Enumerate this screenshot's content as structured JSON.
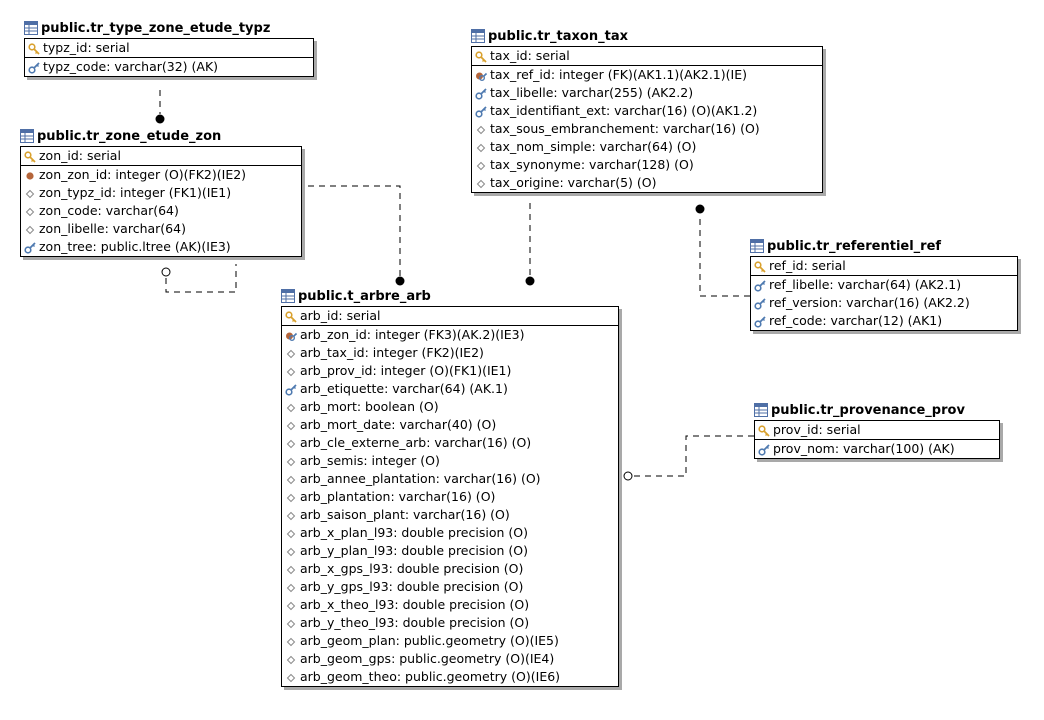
{
  "entities": {
    "typz": {
      "title": "public.tr_type_zone_etude_typz",
      "pk": [
        {
          "icon": "primary-key-icon",
          "text": "typz_id: serial"
        }
      ],
      "attrs": [
        {
          "icon": "alternate-key-icon",
          "text": "typz_code: varchar(32) (AK)"
        }
      ]
    },
    "zon": {
      "title": "public.tr_zone_etude_zon",
      "pk": [
        {
          "icon": "primary-key-icon",
          "text": "zon_id: serial"
        }
      ],
      "attrs": [
        {
          "icon": "foreign-key-dot-icon",
          "text": "zon_zon_id: integer (O)(FK2)(IE2)"
        },
        {
          "icon": "attribute-diamond-icon",
          "text": "zon_typz_id: integer (FK1)(IE1)"
        },
        {
          "icon": "attribute-diamond-icon",
          "text": "zon_code: varchar(64)"
        },
        {
          "icon": "attribute-diamond-icon",
          "text": "zon_libelle: varchar(64)"
        },
        {
          "icon": "alternate-key-icon",
          "text": "zon_tree: public.ltree (AK)(IE3)"
        }
      ]
    },
    "tax": {
      "title": "public.tr_taxon_tax",
      "pk": [
        {
          "icon": "primary-key-icon",
          "text": "tax_id: serial"
        }
      ],
      "attrs": [
        {
          "icon": "foreign-alternate-key-icon",
          "text": "tax_ref_id: integer (FK)(AK1.1)(AK2.1)(IE)"
        },
        {
          "icon": "alternate-key-icon",
          "text": "tax_libelle: varchar(255) (AK2.2)"
        },
        {
          "icon": "alternate-key-icon",
          "text": "tax_identifiant_ext: varchar(16) (O)(AK1.2)"
        },
        {
          "icon": "attribute-diamond-icon",
          "text": "tax_sous_embranchement: varchar(16) (O)"
        },
        {
          "icon": "attribute-diamond-icon",
          "text": "tax_nom_simple: varchar(64) (O)"
        },
        {
          "icon": "attribute-diamond-icon",
          "text": "tax_synonyme: varchar(128) (O)"
        },
        {
          "icon": "attribute-diamond-icon",
          "text": "tax_origine: varchar(5) (O)"
        }
      ]
    },
    "ref": {
      "title": "public.tr_referentiel_ref",
      "pk": [
        {
          "icon": "primary-key-icon",
          "text": "ref_id: serial"
        }
      ],
      "attrs": [
        {
          "icon": "alternate-key-icon",
          "text": "ref_libelle: varchar(64) (AK2.1)"
        },
        {
          "icon": "alternate-key-icon",
          "text": "ref_version: varchar(16) (AK2.2)"
        },
        {
          "icon": "alternate-key-icon",
          "text": "ref_code: varchar(12) (AK1)"
        }
      ]
    },
    "arb": {
      "title": "public.t_arbre_arb",
      "pk": [
        {
          "icon": "primary-key-icon",
          "text": "arb_id: serial"
        }
      ],
      "attrs": [
        {
          "icon": "foreign-alternate-key-icon",
          "text": "arb_zon_id: integer (FK3)(AK.2)(IE3)"
        },
        {
          "icon": "attribute-diamond-icon",
          "text": "arb_tax_id: integer (FK2)(IE2)"
        },
        {
          "icon": "attribute-diamond-icon",
          "text": "arb_prov_id: integer (O)(FK1)(IE1)"
        },
        {
          "icon": "alternate-key-icon",
          "text": "arb_etiquette: varchar(64) (AK.1)"
        },
        {
          "icon": "attribute-diamond-icon",
          "text": "arb_mort: boolean (O)"
        },
        {
          "icon": "attribute-diamond-icon",
          "text": "arb_mort_date: varchar(40) (O)"
        },
        {
          "icon": "attribute-diamond-icon",
          "text": "arb_cle_externe_arb: varchar(16) (O)"
        },
        {
          "icon": "attribute-diamond-icon",
          "text": "arb_semis: integer (O)"
        },
        {
          "icon": "attribute-diamond-icon",
          "text": "arb_annee_plantation: varchar(16) (O)"
        },
        {
          "icon": "attribute-diamond-icon",
          "text": "arb_plantation: varchar(16) (O)"
        },
        {
          "icon": "attribute-diamond-icon",
          "text": "arb_saison_plant: varchar(16) (O)"
        },
        {
          "icon": "attribute-diamond-icon",
          "text": "arb_x_plan_l93: double precision (O)"
        },
        {
          "icon": "attribute-diamond-icon",
          "text": "arb_y_plan_l93: double precision (O)"
        },
        {
          "icon": "attribute-diamond-icon",
          "text": "arb_x_gps_l93: double precision (O)"
        },
        {
          "icon": "attribute-diamond-icon",
          "text": "arb_y_gps_l93: double precision (O)"
        },
        {
          "icon": "attribute-diamond-icon",
          "text": "arb_x_theo_l93: double precision (O)"
        },
        {
          "icon": "attribute-diamond-icon",
          "text": "arb_y_theo_l93: double precision (O)"
        },
        {
          "icon": "attribute-diamond-icon",
          "text": "arb_geom_plan: public.geometry (O)(IE5)"
        },
        {
          "icon": "attribute-diamond-icon",
          "text": "arb_geom_gps: public.geometry (O)(IE4)"
        },
        {
          "icon": "attribute-diamond-icon",
          "text": "arb_geom_theo: public.geometry (O)(IE6)"
        }
      ]
    },
    "prov": {
      "title": "public.tr_provenance_prov",
      "pk": [
        {
          "icon": "primary-key-icon",
          "text": "prov_id: serial"
        }
      ],
      "attrs": [
        {
          "icon": "alternate-key-icon",
          "text": "prov_nom: varchar(100) (AK)"
        }
      ]
    }
  },
  "relationships": [
    {
      "name": "typz-zon",
      "parent": "public.tr_type_zone_etude_typz",
      "child": "public.tr_zone_etude_zon",
      "child_end": "filled-dot"
    },
    {
      "name": "zon-zon",
      "parent": "public.tr_zone_etude_zon",
      "child": "public.tr_zone_etude_zon",
      "child_end": "hollow-dot"
    },
    {
      "name": "zon-arb",
      "parent": "public.tr_zone_etude_zon",
      "child": "public.t_arbre_arb",
      "child_end": "filled-dot"
    },
    {
      "name": "tax-arb",
      "parent": "public.tr_taxon_tax",
      "child": "public.t_arbre_arb",
      "child_end": "filled-dot"
    },
    {
      "name": "ref-tax",
      "parent": "public.tr_referentiel_ref",
      "child": "public.tr_taxon_tax",
      "child_end": "filled-dot"
    },
    {
      "name": "prov-arb",
      "parent": "public.tr_provenance_prov",
      "child": "public.t_arbre_arb",
      "child_end": "hollow-dot"
    }
  ],
  "colors": {
    "border": "#000000",
    "shadow": "#a9a9a9",
    "key_gold": "#e8b84a",
    "key_blue": "#4f7ab0",
    "fk_dot": "#b5653a",
    "table_icon_blue": "#4f6fa6"
  }
}
